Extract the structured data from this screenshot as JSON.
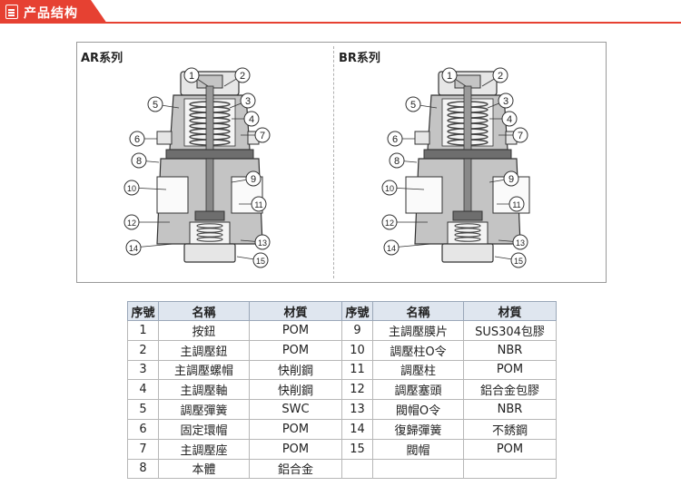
{
  "header": {
    "title": "产品结构",
    "icon": "document-icon",
    "accent": "#e64132"
  },
  "diagrams": {
    "ar": {
      "label": "AR系列"
    },
    "br": {
      "label": "BR系列"
    },
    "callouts": [
      "1",
      "2",
      "3",
      "4",
      "5",
      "6",
      "7",
      "8",
      "9",
      "10",
      "11",
      "12",
      "13",
      "14",
      "15"
    ]
  },
  "table": {
    "headers": [
      "序號",
      "名稱",
      "材質",
      "序號",
      "名稱",
      "材質"
    ],
    "rows": [
      [
        [
          "1",
          "按鈕",
          "POM"
        ],
        [
          "9",
          "主調壓膜片",
          "SUS304包膠"
        ]
      ],
      [
        [
          "2",
          "主調壓鈕",
          "POM"
        ],
        [
          "10",
          "調壓柱O令",
          "NBR"
        ]
      ],
      [
        [
          "3",
          "主調壓螺帽",
          "快削鋼"
        ],
        [
          "11",
          "調壓柱",
          "POM"
        ]
      ],
      [
        [
          "4",
          "主調壓軸",
          "快削鋼"
        ],
        [
          "12",
          "調壓塞頭",
          "鋁合金包膠"
        ]
      ],
      [
        [
          "5",
          "調壓彈簧",
          "SWC"
        ],
        [
          "13",
          "閥帽O令",
          "NBR"
        ]
      ],
      [
        [
          "6",
          "固定環帽",
          "POM"
        ],
        [
          "14",
          "復歸彈簧",
          "不銹鋼"
        ]
      ],
      [
        [
          "7",
          "主調壓座",
          "POM"
        ],
        [
          "15",
          "閥帽",
          "POM"
        ]
      ],
      [
        [
          "8",
          "本體",
          "鋁合金"
        ],
        [
          "",
          "",
          ""
        ]
      ]
    ]
  }
}
